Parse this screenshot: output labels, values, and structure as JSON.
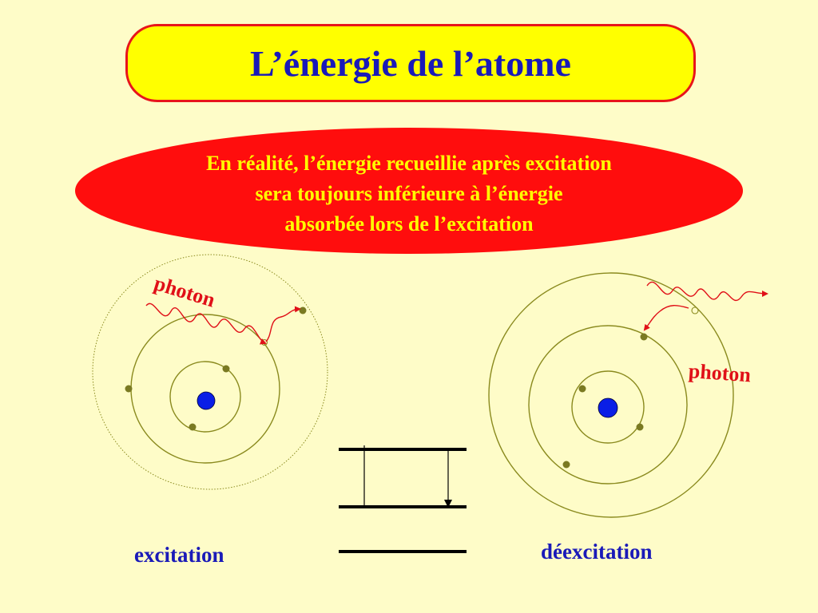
{
  "title": "L’énergie de l’atome",
  "explanation": {
    "lines": [
      "En réalité, l’énergie recueillie après excitation",
      "sera toujours inférieure à l’énergie",
      "absorbée lors de l’excitation"
    ]
  },
  "labels": {
    "photon_left": "photon",
    "photon_right": "photon",
    "excitation": "excitation",
    "deexcitation": "déexcitation"
  },
  "colors": {
    "background": "#fefcc8",
    "title_fill": "#ffff00",
    "title_border": "#e8141b",
    "title_text": "#1a1ab8",
    "ellipse_fill": "#ff0d0d",
    "ellipse_text": "#ffff00",
    "caption_text": "#1a1ab8",
    "photon_text": "#e01018",
    "orbit": "#8a8a1e",
    "electron": "#7a7a22",
    "nucleus": "#0a1ee6",
    "photon_wave": "#e01018",
    "energy_level": "#000000"
  }
}
